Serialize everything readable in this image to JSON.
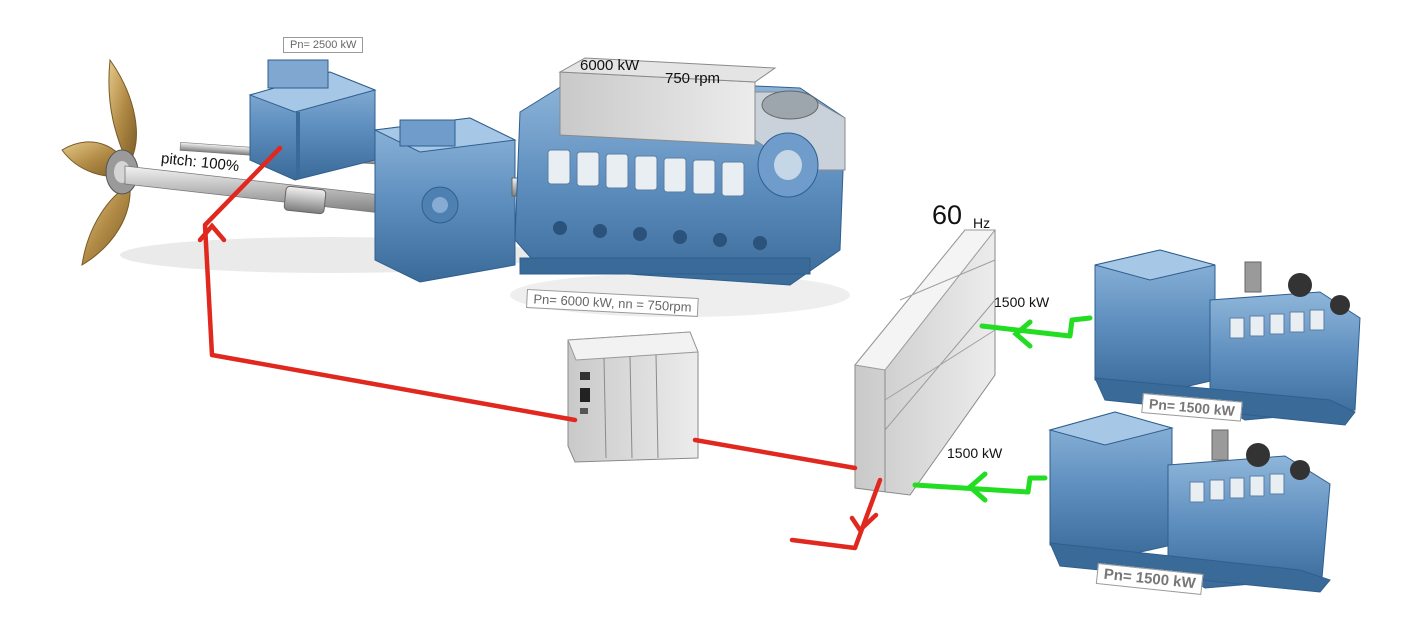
{
  "labels": {
    "aux_motor_rating": "Pn= 2500 kW",
    "engine_power": "6000 kW",
    "engine_speed": "750 rpm",
    "pitch": "pitch: 100%",
    "main_engine_rating": "Pn= 6000 kW, nn = 750rpm",
    "frequency_value": "60",
    "frequency_unit": "Hz",
    "gen1_output": "1500 kW",
    "gen2_output": "1500 kW",
    "gen1_rating": "Pn= 1500 kW",
    "gen2_rating": "Pn= 1500 kW"
  },
  "colors": {
    "machinery_blue": "#5f8fbf",
    "machinery_dark": "#2f5f8f",
    "cabinet_grey": "#d9d9d9",
    "propeller_bronze": "#b08a45",
    "power_flow_red": "#e0281e",
    "generator_flow_green": "#22dd22"
  },
  "icons": [
    "propeller-icon",
    "shaft-motor-icon",
    "gearbox-icon",
    "main-engine-icon",
    "converter-cabinet-icon",
    "switchboard-icon",
    "generator-set-icon"
  ]
}
